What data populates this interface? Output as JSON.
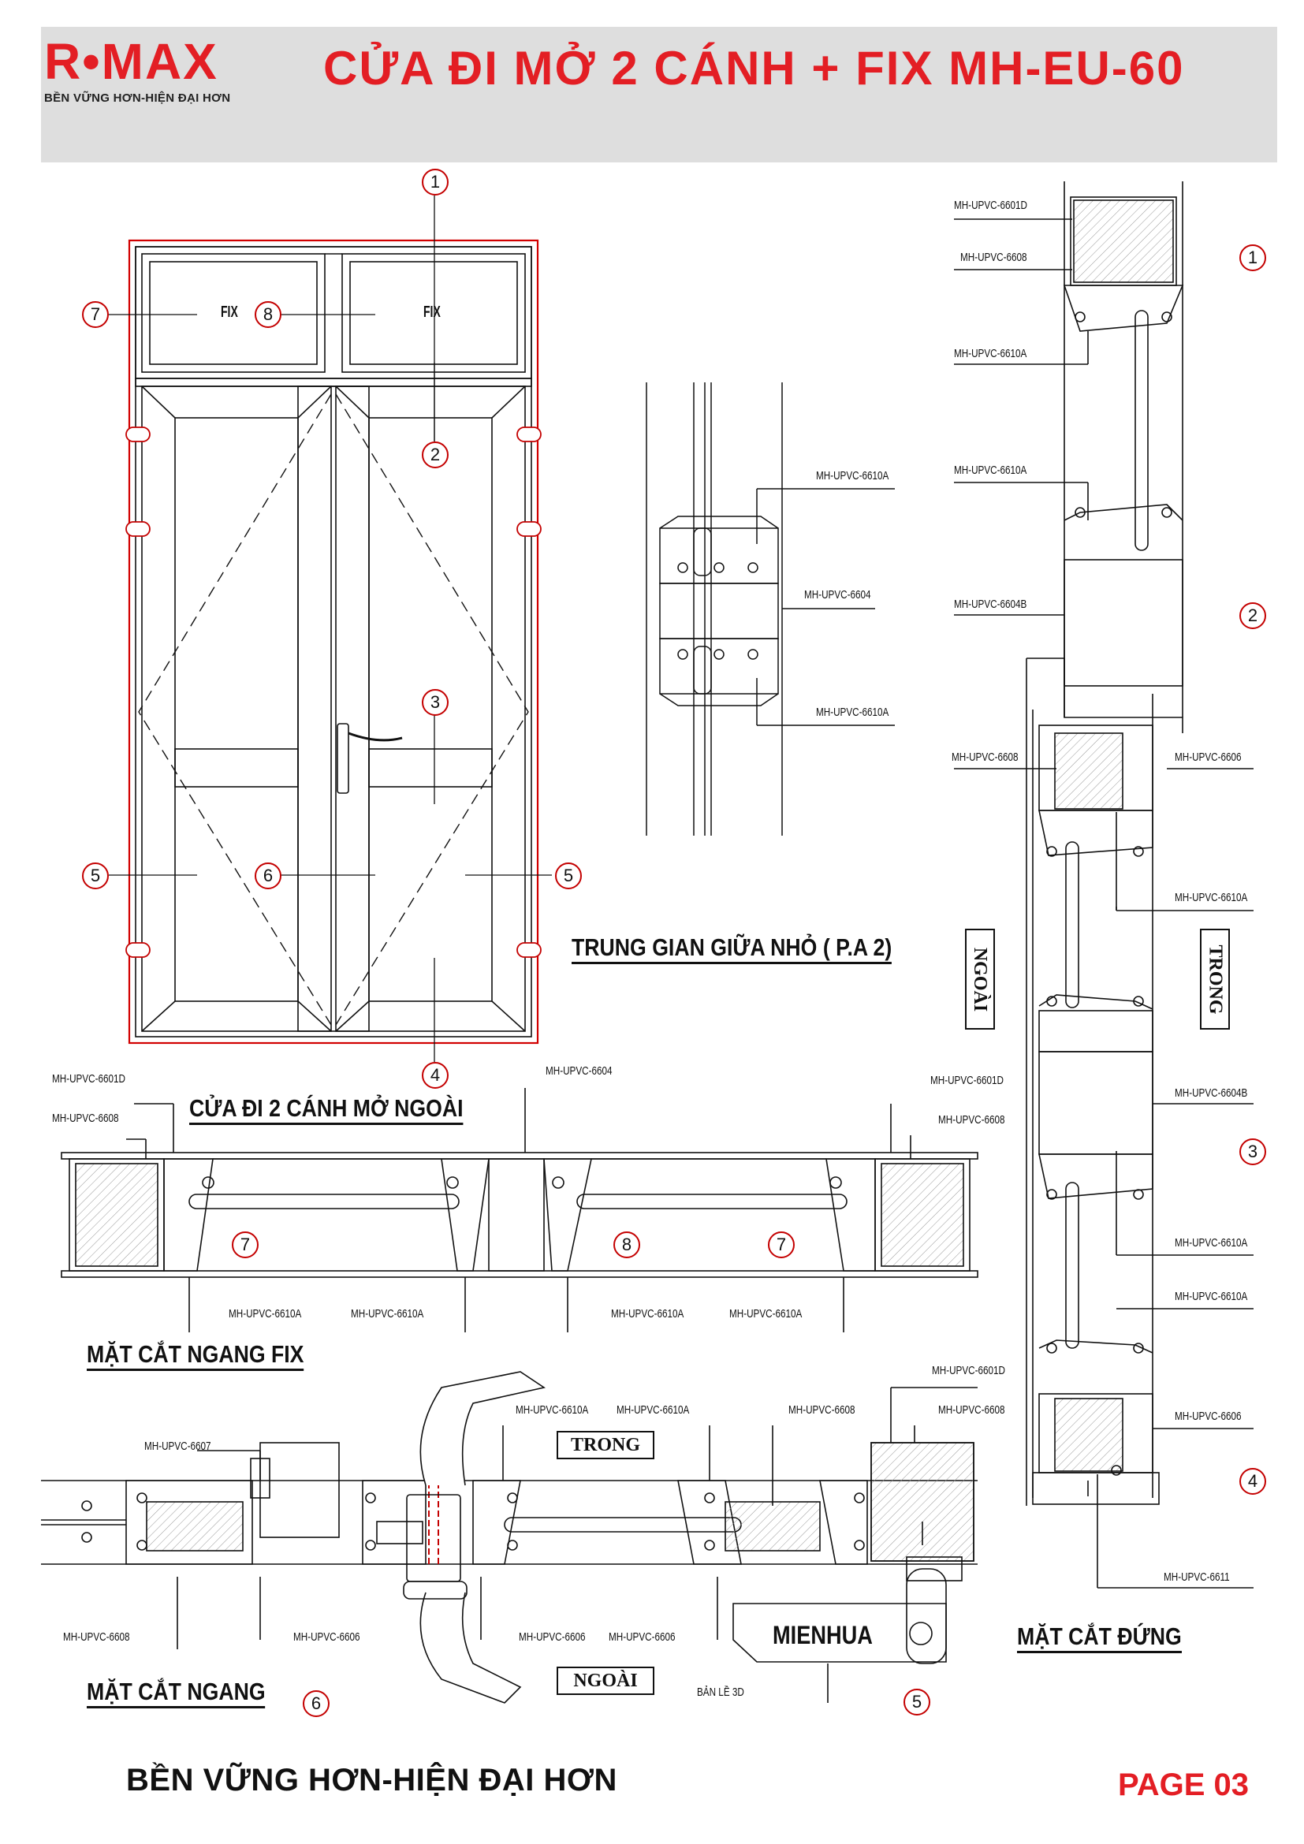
{
  "header": {
    "logo_text": "R•MAX",
    "logo_tagline": "BỀN VỮNG HƠN-HIỆN ĐẠI HƠN",
    "title": "CỬA ĐI MỞ 2 CÁNH + FIX MH-EU-60"
  },
  "elevation": {
    "fix_left": "FIX",
    "fix_right": "FIX",
    "caption": "CỬA ĐI 2 CÁNH MỞ NGOÀI",
    "markers": [
      "1",
      "2",
      "3",
      "4",
      "5",
      "5",
      "6",
      "7",
      "8"
    ]
  },
  "mullion_detail": {
    "caption": "TRUNG GIAN GIỮA NHỎ ( P.A 2)",
    "labels": [
      "MH-UPVC-6610A",
      "MH-UPVC-6604",
      "MH-UPVC-6610A"
    ]
  },
  "fix_section": {
    "caption": "MẶT CẮT NGANG FIX",
    "top_labels": [
      "MH-UPVC-6601D",
      "MH-UPVC-6608",
      "MH-UPVC-6604",
      "MH-UPVC-6601D",
      "MH-UPVC-6608"
    ],
    "bottom_labels": [
      "MH-UPVC-6610A",
      "MH-UPVC-6610A",
      "MH-UPVC-6610A",
      "MH-UPVC-6610A"
    ],
    "markers": [
      "7",
      "8",
      "7"
    ]
  },
  "horizontal_section": {
    "caption": "MẶT CẮT NGANG",
    "marker": "6",
    "inside_label": "TRONG",
    "outside_label": "NGOÀI",
    "brand": "MIENHUA",
    "hinge_label": "BẢN LỀ 3D",
    "hinge_marker": "5",
    "labels_top": [
      "MH-UPVC-6607",
      "MH-UPVC-6610A",
      "MH-UPVC-6610A",
      "MH-UPVC-6608",
      "MH-UPVC-6601D",
      "MH-UPVC-6608"
    ],
    "labels_bottom": [
      "MH-UPVC-6608",
      "MH-UPVC-6606",
      "MH-UPVC-6606",
      "MH-UPVC-6606"
    ]
  },
  "vertical_section": {
    "caption": "MẶT CẮT ĐỨNG",
    "outside_label": "NGOÀI",
    "inside_label": "TRONG",
    "markers": [
      "1",
      "2",
      "3",
      "4"
    ],
    "labels_left": [
      "MH-UPVC-6601D",
      "MH-UPVC-6608",
      "MH-UPVC-6610A",
      "MH-UPVC-6610A",
      "MH-UPVC-6604B",
      "MH-UPVC-6608"
    ],
    "labels_right": [
      "MH-UPVC-6606",
      "MH-UPVC-6610A",
      "MH-UPVC-6604B",
      "MH-UPVC-6610A",
      "MH-UPVC-6610A",
      "MH-UPVC-6606",
      "MH-UPVC-6611"
    ]
  },
  "footer": {
    "slogan": "BỀN VỮNG HƠN-HIỆN ĐẠI HƠN",
    "page": "PAGE 03"
  }
}
